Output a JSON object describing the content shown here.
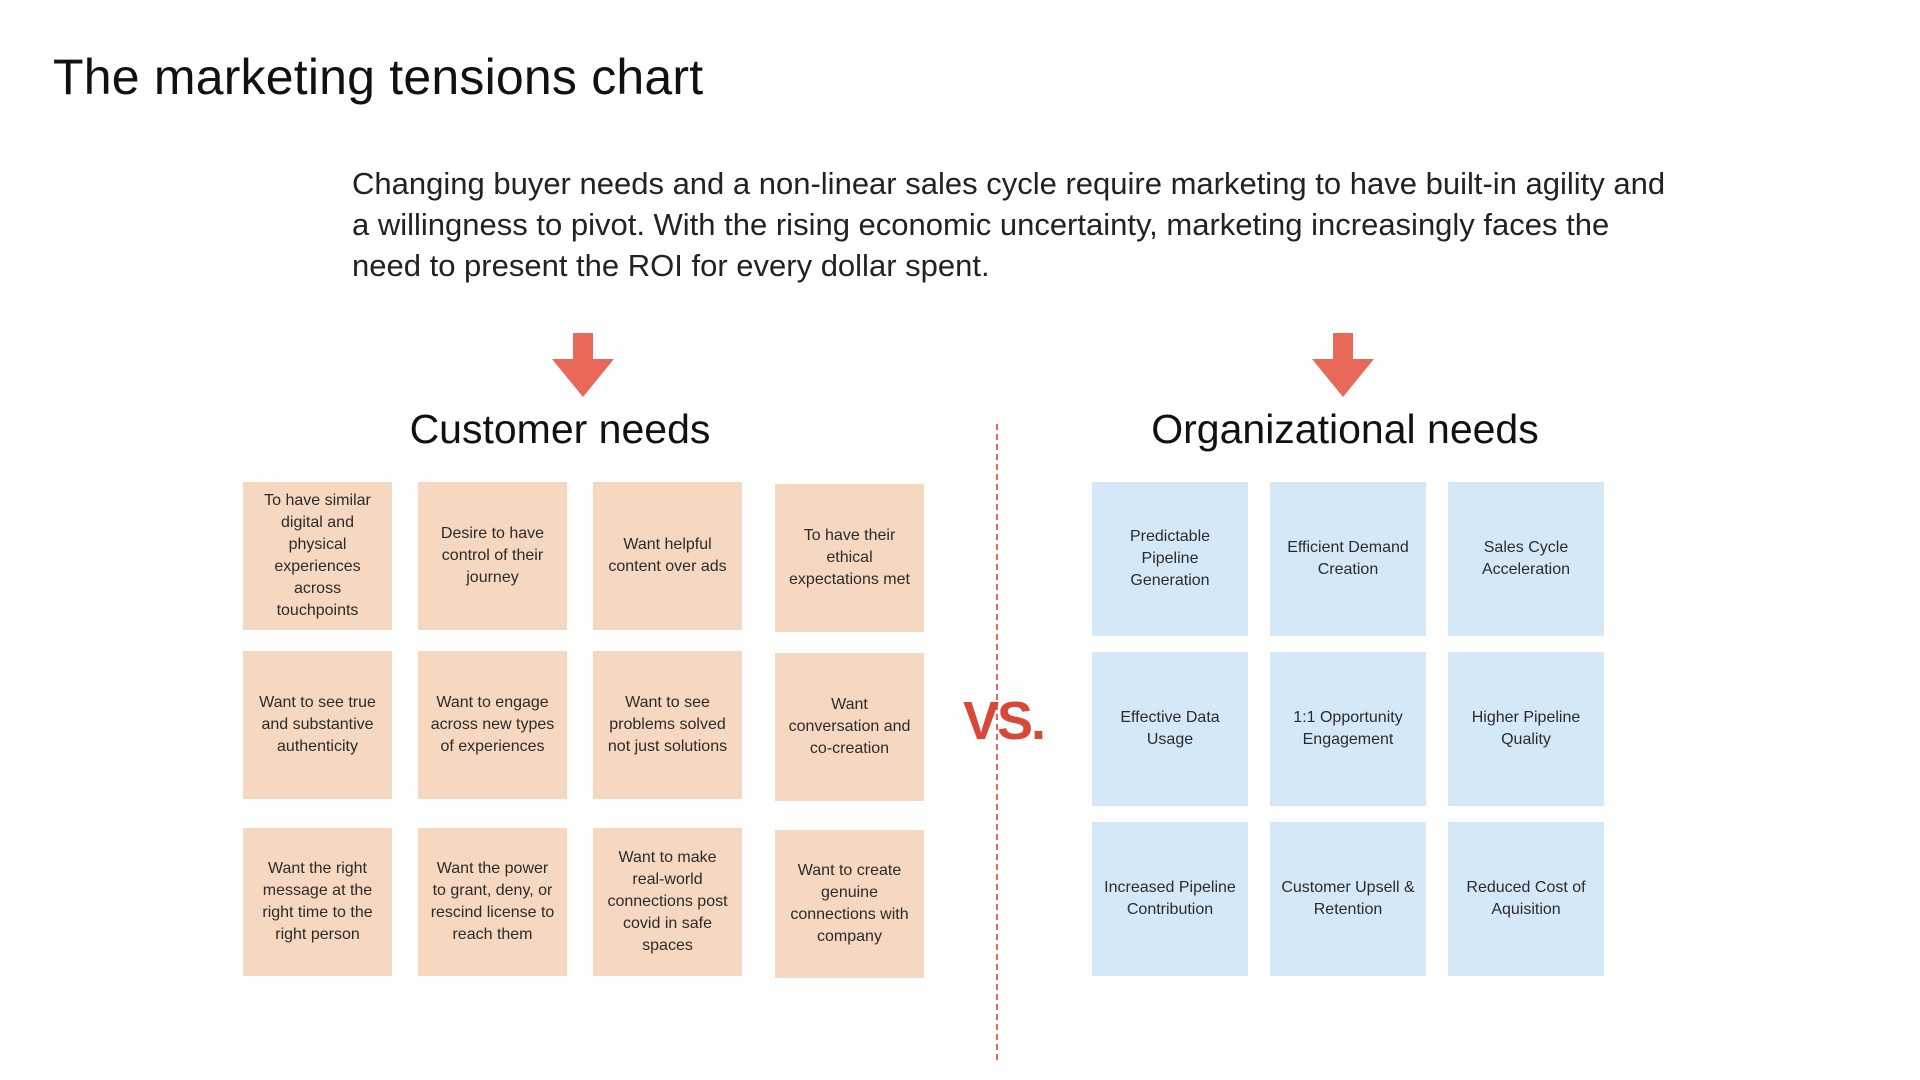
{
  "title": "The marketing tensions chart",
  "intro": "Changing buyer needs and a non-linear sales cycle require marketing to have built-in agility and a willingness to pivot. With the rising economic uncertainty, marketing increasingly faces the need to present the ROI for every dollar spent.",
  "colors": {
    "arrow": "#e8695a",
    "divider": "#e0675a",
    "vs": "#d84838",
    "customer_note": "#f6d7c0",
    "org_note": "#d5e8f8"
  },
  "vs_label": "VS.",
  "customer_needs": {
    "heading": "Customer needs",
    "notes": [
      "To have similar digital and physical experiences across touchpoints",
      "Desire to have control of their journey",
      "Want helpful content over ads",
      "To have their ethical expectations met",
      "Want to see true and substantive authenticity",
      "Want to engage across new types of experiences",
      "Want to see problems solved not just solutions",
      "Want conversation and co-creation",
      "Want the right message at the right time to the right person",
      "Want the power to grant, deny, or rescind license to reach them",
      "Want to make real-world connections post covid in safe spaces",
      "Want to create genuine connections with company"
    ]
  },
  "organizational_needs": {
    "heading": "Organizational needs",
    "notes": [
      "Predictable Pipeline Generation",
      "Efficient Demand Creation",
      "Sales Cycle Acceleration",
      "Effective Data Usage",
      "1:1 Opportunity Engagement",
      "Higher Pipeline Quality",
      "Increased Pipeline Contribution",
      "Customer Upsell & Retention",
      "Reduced Cost of Aquisition"
    ]
  }
}
